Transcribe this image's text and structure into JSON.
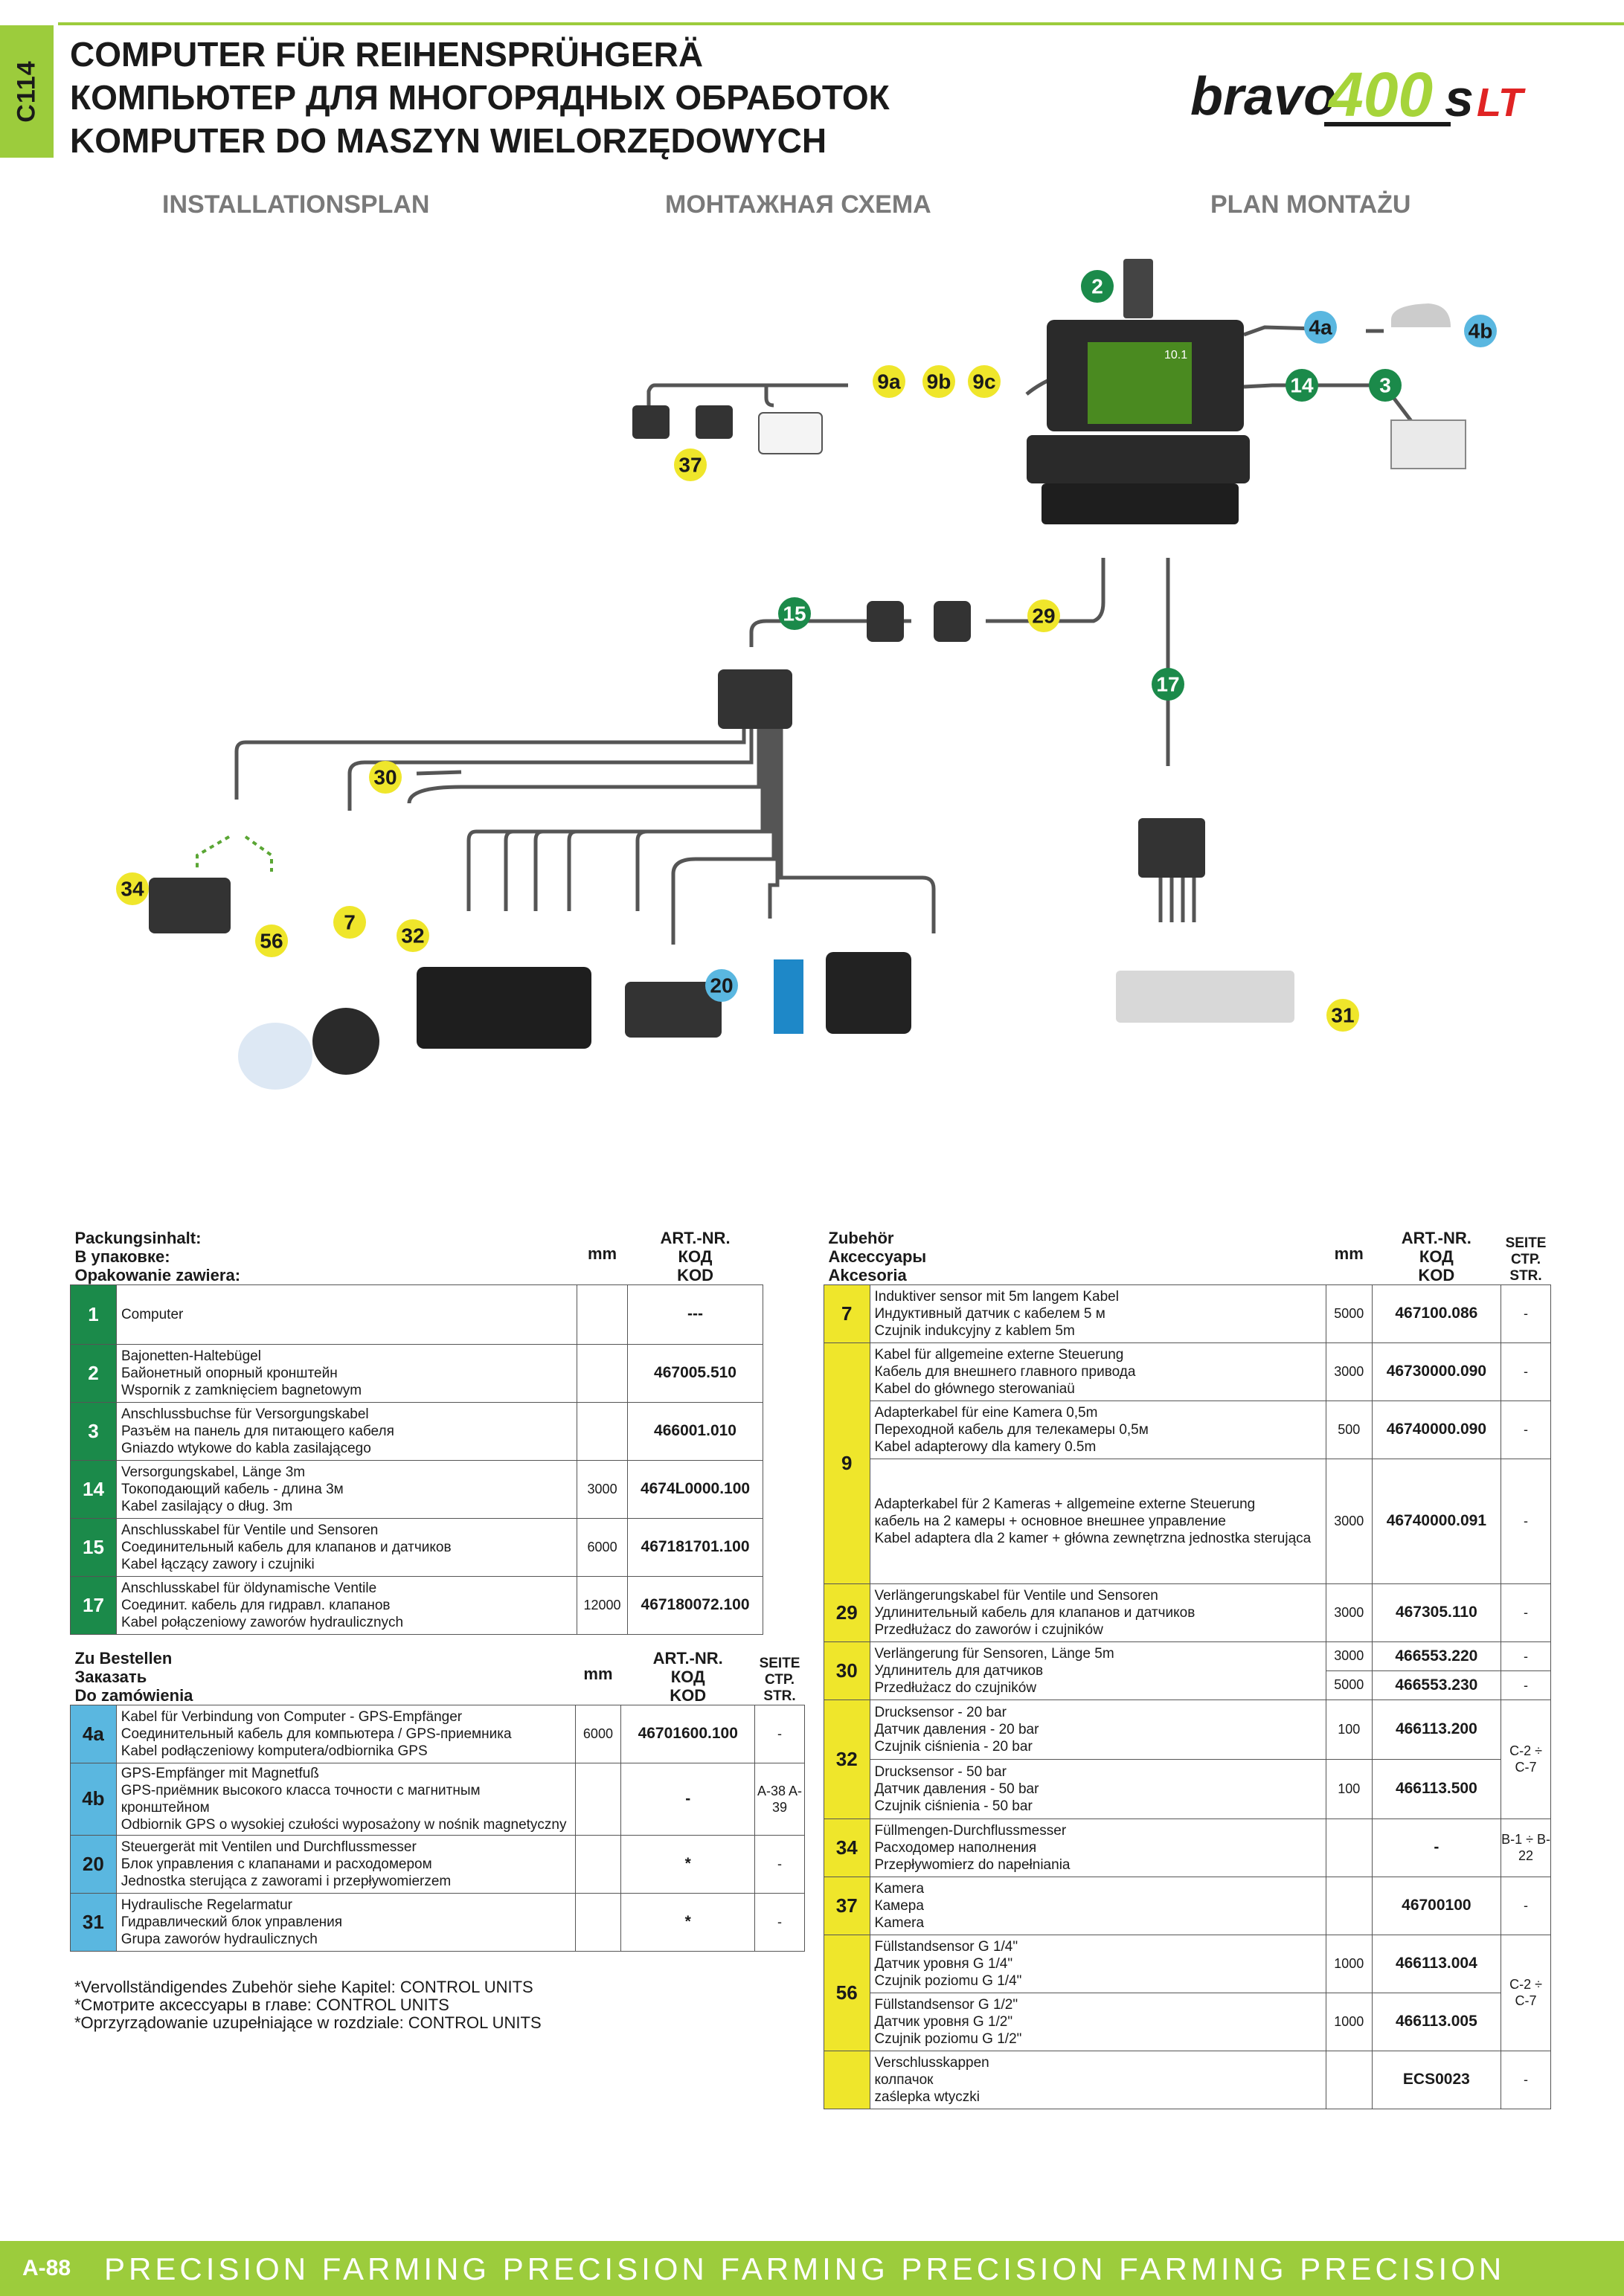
{
  "header": {
    "section_code": "C114",
    "title_de": "COMPUTER FÜR REIHENSPRÜHGERÄ",
    "title_ru": "КОМПЬЮТЕР ДЛЯ МНОГОРЯДНЫХ ОБРАБОТОК",
    "title_pl": "KOMPUTER DO MASZYN WIELORZĘDOWYCH",
    "logo_text_1": "bravo",
    "logo_text_2": "400",
    "logo_text_3": "s",
    "logo_text_4": "LT",
    "subtitle_de": "INSTALLATIONSPLAN",
    "subtitle_ru": "МОНТАЖНАЯ СХЕМА",
    "subtitle_pl": "PLAN MONTAŻU"
  },
  "diagram": {
    "screen_readout": "10.1",
    "labels": [
      "2",
      "4a",
      "4b",
      "9a",
      "9b",
      "9c",
      "14",
      "3",
      "37",
      "15",
      "29",
      "17",
      "30",
      "34",
      "56",
      "7",
      "32",
      "20",
      "31"
    ]
  },
  "pack": {
    "h1": "Packungsinhalt:",
    "h2": "В упаковке:",
    "h3": "Opakowanie zawiera:",
    "mm": "mm",
    "art1": "ART.-NR.",
    "art2": "КОД",
    "art3": "KOD",
    "rows": [
      {
        "num": "1",
        "lines": [
          "Computer"
        ],
        "mm": "",
        "art": "---"
      },
      {
        "num": "2",
        "lines": [
          "Bajonetten-Haltebügel",
          "Байонетный опорный кронштейн",
          "Wspornik z zamknięciem bagnetowym"
        ],
        "mm": "",
        "art": "467005.510"
      },
      {
        "num": "3",
        "lines": [
          "Anschlussbuchse für Versorgungskabel",
          "Разъём на панель для питающего кабеля",
          "Gniazdo wtykowe do kabla zasilającego"
        ],
        "mm": "",
        "art": "466001.010"
      },
      {
        "num": "14",
        "lines": [
          "Versorgungskabel, Länge 3m",
          "Токоподающий кабель - длина 3м",
          "Kabel zasilający o dług. 3m"
        ],
        "mm": "3000",
        "art": "4674L0000.100"
      },
      {
        "num": "15",
        "lines": [
          "Anschlusskabel für Ventile und Sensoren",
          "Соединительный кабель для клапанов и датчиков",
          "Kabel łączący zawory i czujniki"
        ],
        "mm": "6000",
        "art": "467181701.100"
      },
      {
        "num": "17",
        "lines": [
          "Anschlusskabel für öldynamische Ventile",
          "Соединит. кабель для гидравл. клапанов",
          "Kabel połączeniowy zaworów hydraulicznych"
        ],
        "mm": "12000",
        "art": "467180072.100"
      }
    ]
  },
  "order": {
    "h1": "Zu Bestellen",
    "h2": "Заказать",
    "h3": "Do zamówienia",
    "mm": "mm",
    "art1": "ART.-NR.",
    "art2": "КОД",
    "art3": "KOD",
    "page1": "SEITE",
    "page2": "СТР.",
    "page3": "STR.",
    "rows": [
      {
        "num": "4a",
        "lines": [
          "Kabel für Verbindung von Computer - GPS-Empfänger",
          "Соединительный кабель для компьютера / GPS-приемника",
          "Kabel podłączeniowy komputera/odbiornika GPS"
        ],
        "mm": "6000",
        "art": "46701600.100",
        "page": "-"
      },
      {
        "num": "4b",
        "lines": [
          "GPS-Empfänger mit Magnetfuß",
          "GPS-приёмник высокого класса точности с магнитным кронштейном",
          "Odbiornik GPS o wysokiej czułości wyposażony w nośnik magnetyczny"
        ],
        "mm": "",
        "art": "-",
        "page": "A-38 A-39"
      },
      {
        "num": "20",
        "lines": [
          "Steuergerät mit Ventilen und Durchflussmesser",
          "Блок управления с клапанами и расходомером",
          "Jednostka sterująca z zaworami i przepływomierzem"
        ],
        "mm": "",
        "art": "*",
        "page": "-"
      },
      {
        "num": "31",
        "lines": [
          "Hydraulische Regelarmatur",
          "Гидравлический блок управления",
          "Grupa zaworów hydraulicznych"
        ],
        "mm": "",
        "art": "*",
        "page": "-"
      }
    ]
  },
  "footnotes": {
    "de": "*Vervollständigendes Zubehör siehe Kapitel: CONTROL UNITS",
    "ru": "*Смотрите аксессуары в главе: CONTROL UNITS",
    "pl": "*Oprzyrządowanie uzupełniające w rozdziale: CONTROL UNITS"
  },
  "acc": {
    "h1": "Zubehör",
    "h2": "Аксессуары",
    "h3": "Akcesoria",
    "mm": "mm",
    "art1": "ART.-NR.",
    "art2": "КОД",
    "art3": "KOD",
    "page1": "SEITE",
    "page2": "СТР.",
    "page3": "STR.",
    "r7": {
      "num": "7",
      "lines": [
        "Induktiver sensor mit 5m langem Kabel",
        "Индуктивный датчик с кабелем 5 м",
        "Czujnik indukcyjny z kablem 5m"
      ],
      "mm": "5000",
      "art": "467100.086",
      "page": "-"
    },
    "r9a": {
      "num": "9",
      "lines": [
        "Kabel für allgemeine externe Steuerung",
        "Кабель для внешнего главного привода",
        "Kabel do głównego sterowaniaü"
      ],
      "mm": "3000",
      "art": "46730000.090",
      "page": "-"
    },
    "r9b": {
      "lines": [
        "Adapterkabel für eine Kamera 0,5m",
        "Переходной кабель для телекамеры 0,5м",
        "Kabel adapterowy dla kamery 0.5m"
      ],
      "mm": "500",
      "art": "46740000.090",
      "page": "-"
    },
    "r9c": {
      "lines": [
        "Adapterkabel für 2 Kameras + allgemeine externe Steuerung",
        "кабель на 2 камеры + основное внешнее управление",
        "Kabel adaptera dla 2 kamer + główna zewnętrzna jednostka sterująca"
      ],
      "mm": "3000",
      "art": "46740000.091",
      "page": "-"
    },
    "r29": {
      "num": "29",
      "lines": [
        "Verlängerungskabel für Ventile und Sensoren",
        "Удлинительный кабель для клапанов и датчиков",
        "Przedłużacz do zaworów i czujników"
      ],
      "mm": "3000",
      "art": "467305.110",
      "page": "-"
    },
    "r30": {
      "num": "30",
      "lines": [
        "Verlängerung für Sensoren, Länge 5m",
        "Удлинитель для датчиков",
        "Przedłużacz do czujników"
      ],
      "mm1": "3000",
      "art1": "466553.220",
      "page1": "-",
      "mm2": "5000",
      "art2": "466553.230",
      "page2": "-"
    },
    "r32a": {
      "num": "32",
      "lines": [
        "Drucksensor - 20 bar",
        "Датчик давления - 20 bar",
        "Czujnik ciśnienia - 20 bar"
      ],
      "mm": "100",
      "art": "466113.200",
      "page": "C-2 ÷ C-7"
    },
    "r32b": {
      "lines": [
        "Drucksensor - 50 bar",
        "Датчик давления - 50 bar",
        "Czujnik ciśnienia - 50 bar"
      ],
      "mm": "100",
      "art": "466113.500"
    },
    "r34": {
      "num": "34",
      "lines": [
        "Füllmengen-Durchflussmesser",
        "Расходомер наполнения",
        "Przepływomierz do napełniania"
      ],
      "mm": "",
      "art": "-",
      "page": "B-1 ÷ B-22"
    },
    "r37": {
      "num": "37",
      "lines": [
        "Kamera",
        "Камера",
        "Kamera"
      ],
      "mm": "",
      "art": "46700100",
      "page": "-"
    },
    "r56a": {
      "num": "56",
      "lines": [
        "Füllstandsensor G 1/4\"",
        "Датчик уровня G 1/4\"",
        "Czujnik poziomu G 1/4\""
      ],
      "mm": "1000",
      "art": "466113.004",
      "page": "C-2 ÷ C-7"
    },
    "r56b": {
      "lines": [
        "Füllstandsensor G 1/2\"",
        "Датчик уровня G 1/2\"",
        "Czujnik poziomu G 1/2\""
      ],
      "mm": "1000",
      "art": "466113.005"
    },
    "rcap": {
      "lines": [
        "Verschlusskappen",
        "колпачок",
        "zaślepka wtyczki"
      ],
      "mm": "",
      "art": "ECS0023",
      "page": "-"
    }
  },
  "footer": {
    "page_id": "A-88",
    "band": "PRECISION FARMING  PRECISION FARMING  PRECISION FARMING  PRECISION"
  },
  "colors": {
    "brand_green": "#9ccc3c",
    "label_green": "#1b8a4a",
    "label_yellow": "#efe62b",
    "label_blue": "#5ab7e0"
  }
}
